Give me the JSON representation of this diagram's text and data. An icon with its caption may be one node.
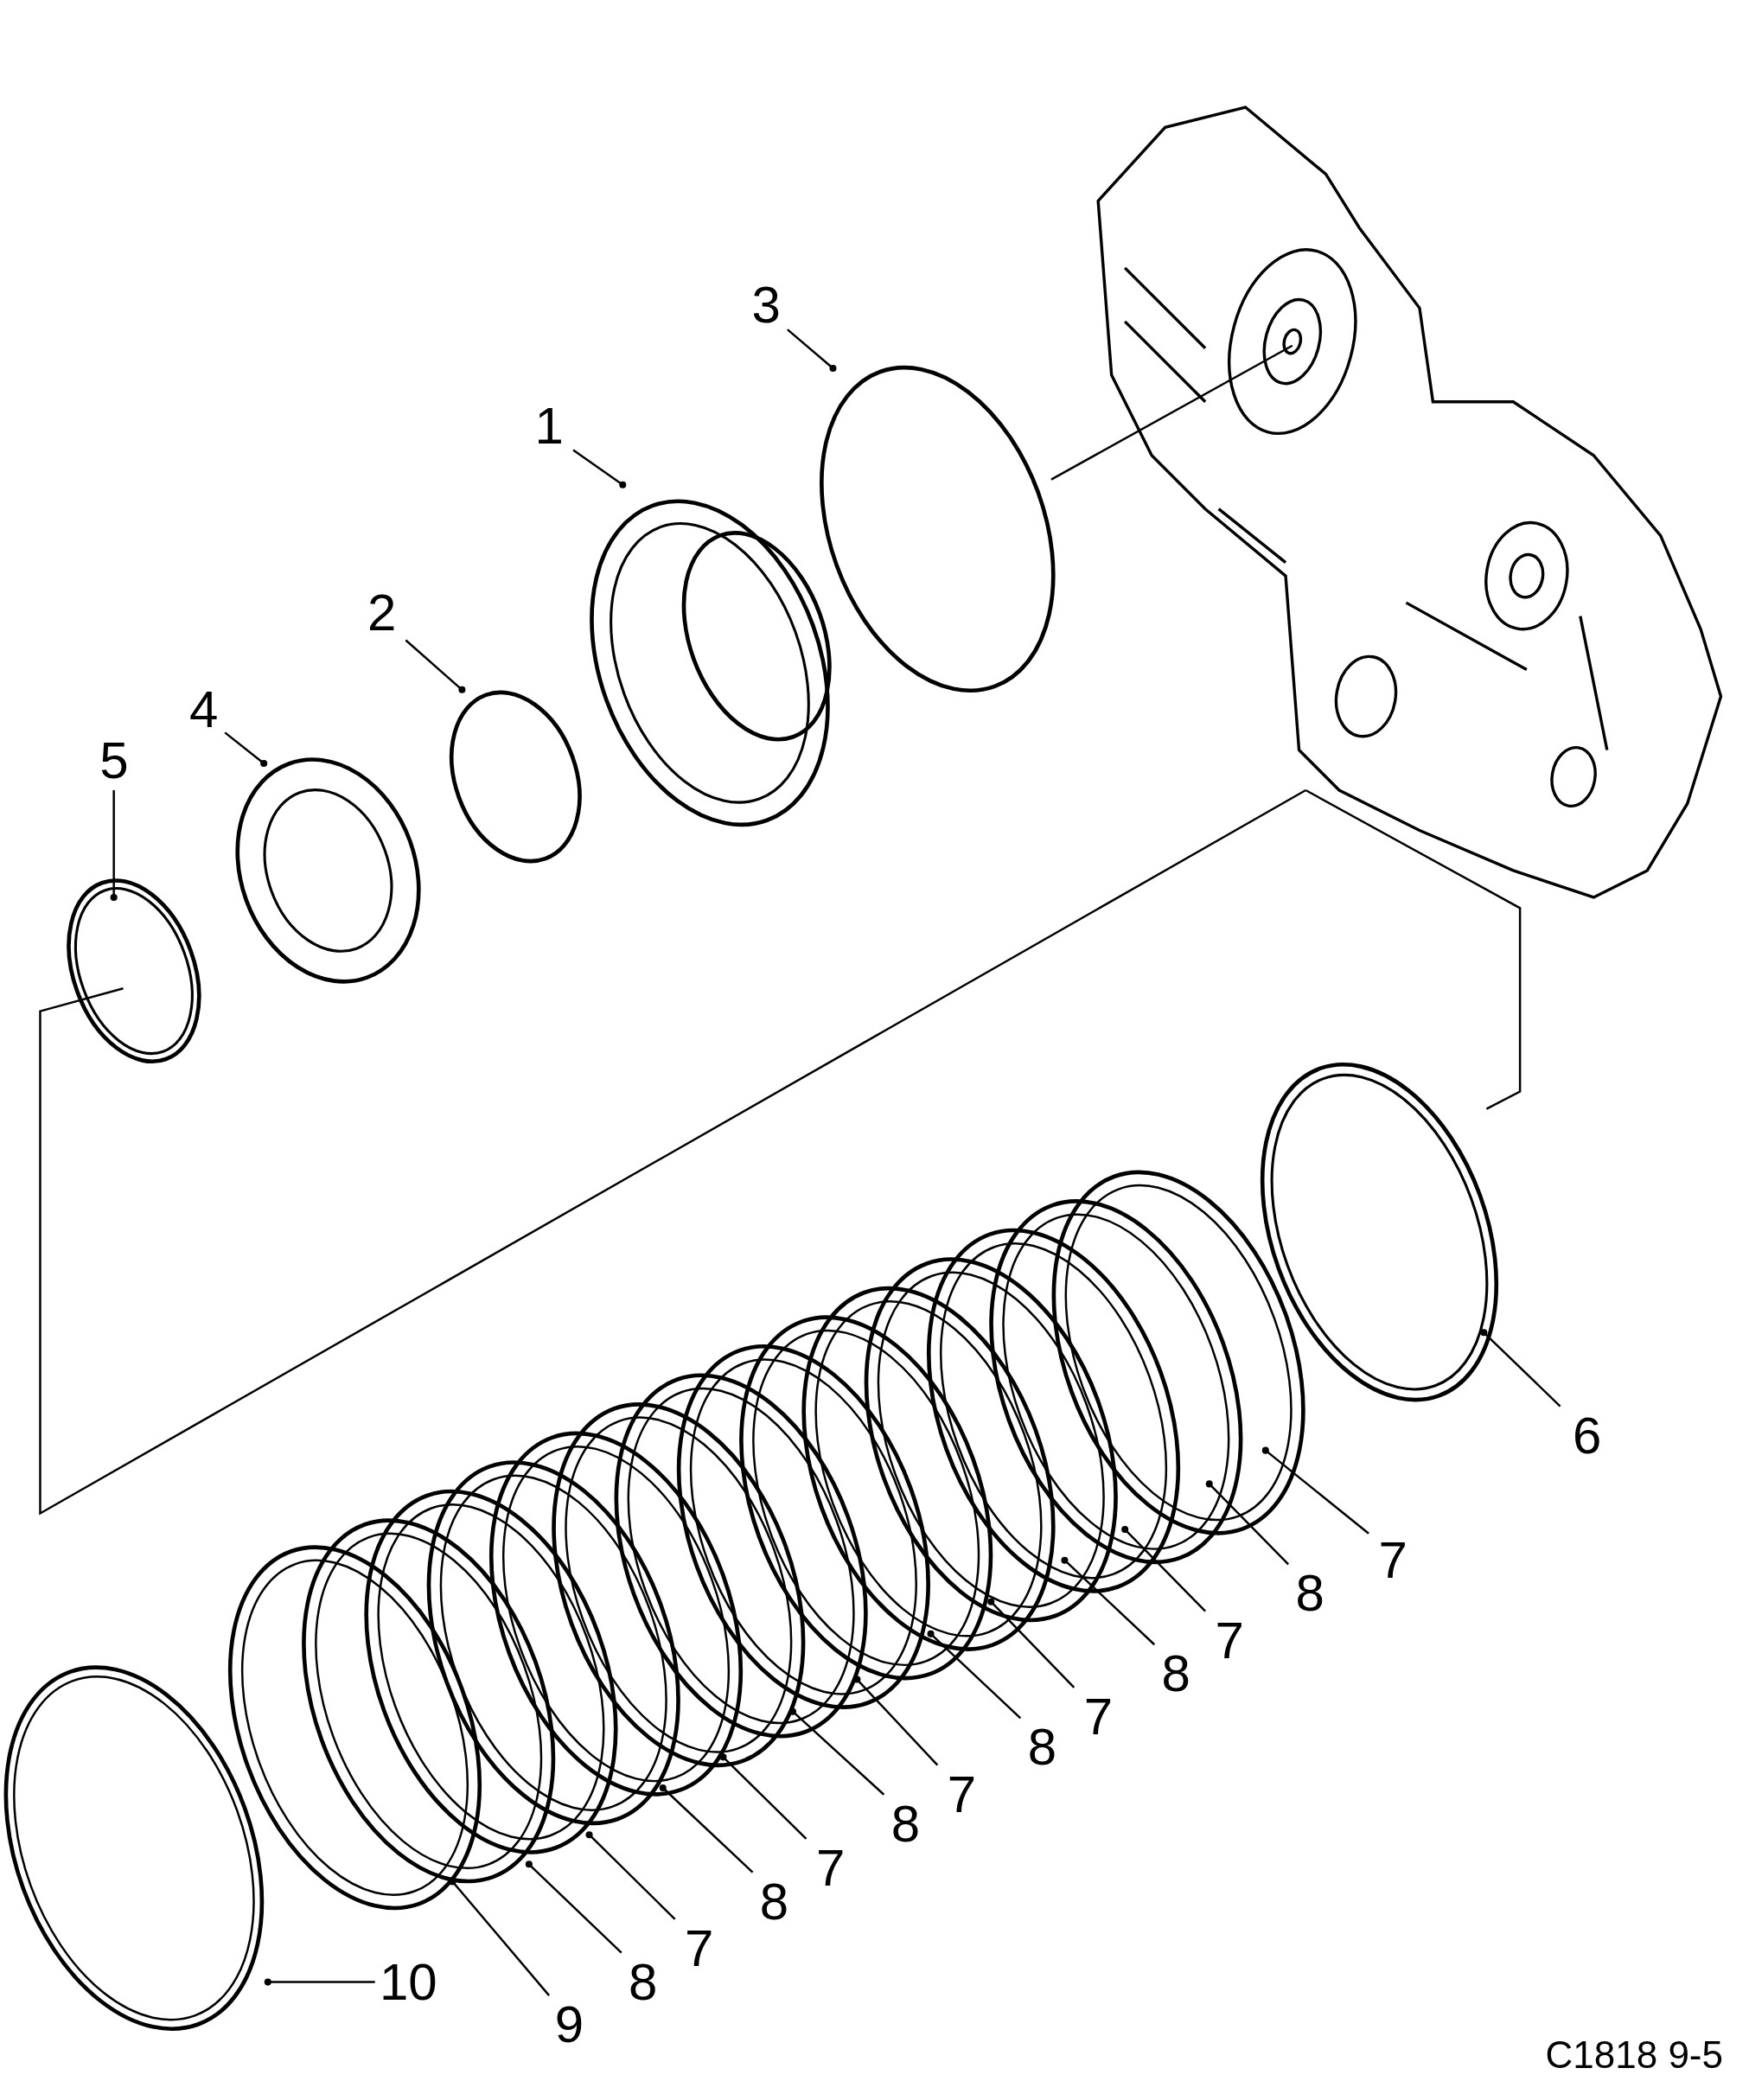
{
  "diagram": {
    "nodes": [
      {
        "text": [
          "3"
        ]
      },
      {
        "text": [
          "1"
        ]
      },
      {
        "text": [
          "2"
        ]
      },
      {
        "text": [
          "4"
        ]
      },
      {
        "text": [
          "5"
        ]
      },
      {
        "text": [
          "6"
        ]
      },
      {
        "text": [
          "7"
        ]
      },
      {
        "text": [
          "8"
        ]
      },
      {
        "text": [
          "7"
        ]
      },
      {
        "text": [
          "8"
        ]
      },
      {
        "text": [
          "7"
        ]
      },
      {
        "text": [
          "8"
        ]
      },
      {
        "text": [
          "7"
        ]
      },
      {
        "text": [
          "8"
        ]
      },
      {
        "text": [
          "7"
        ]
      },
      {
        "text": [
          "8"
        ]
      },
      {
        "text": [
          "7"
        ]
      },
      {
        "text": [
          "10"
        ]
      },
      {
        "text": [
          "8"
        ]
      },
      {
        "text": [
          "9"
        ]
      }
    ],
    "edges": [
      {
        "from": 0,
        "to": null,
        "arrow": "other"
      },
      {
        "from": 1,
        "to": null,
        "arrow": "other"
      },
      {
        "from": 2,
        "to": null,
        "arrow": "other"
      },
      {
        "from": 3,
        "to": null,
        "arrow": "other"
      },
      {
        "from": 4,
        "to": null,
        "arrow": "other"
      },
      {
        "from": 5,
        "to": null,
        "arrow": "other"
      },
      {
        "from": 6,
        "to": null,
        "arrow": "other"
      },
      {
        "from": 7,
        "to": null,
        "arrow": "other"
      },
      {
        "from": 8,
        "to": null,
        "arrow": "other"
      },
      {
        "from": 9,
        "to": null,
        "arrow": "other"
      },
      {
        "from": 10,
        "to": null,
        "arrow": "other"
      },
      {
        "from": 11,
        "to": null,
        "arrow": "other"
      },
      {
        "from": 12,
        "to": null,
        "arrow": "other"
      },
      {
        "from": 13,
        "to": null,
        "arrow": "other"
      },
      {
        "from": 14,
        "to": null,
        "arrow": "other"
      },
      {
        "from": 15,
        "to": null,
        "arrow": "other"
      },
      {
        "from": 16,
        "to": null,
        "arrow": "other"
      },
      {
        "from": 17,
        "to": null,
        "arrow": "other"
      },
      {
        "from": 18,
        "to": null,
        "arrow": "other"
      },
      {
        "from": 19,
        "to": null,
        "arrow": "other"
      }
    ],
    "labels": [
      "C1818 9-5"
    ]
  }
}
